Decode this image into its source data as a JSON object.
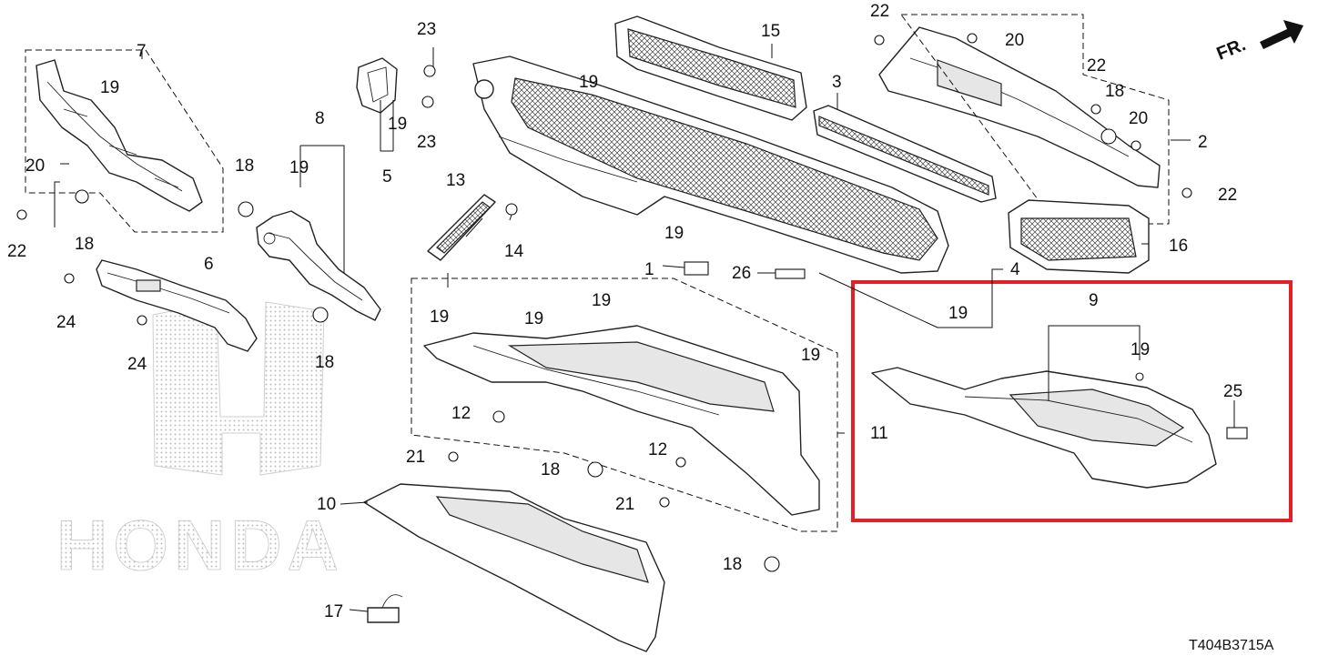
{
  "diagram": {
    "part_code": "T404B3715A",
    "front_indicator": "FR.",
    "watermark": "HONDA",
    "highlight_color": "#e32028",
    "callouts": {
      "c1": "1",
      "c2": "2",
      "c3": "3",
      "c4": "4",
      "c5": "5",
      "c6": "6",
      "c7": "7",
      "c8": "8",
      "c9": "9",
      "c10": "10",
      "c11": "11",
      "c12": "12",
      "c13": "13",
      "c14": "14",
      "c15": "15",
      "c16": "16",
      "c17": "17",
      "c18": "18",
      "c19": "19",
      "c20": "20",
      "c21": "21",
      "c22": "22",
      "c23": "23",
      "c24": "24",
      "c25": "25",
      "c26": "26"
    }
  }
}
